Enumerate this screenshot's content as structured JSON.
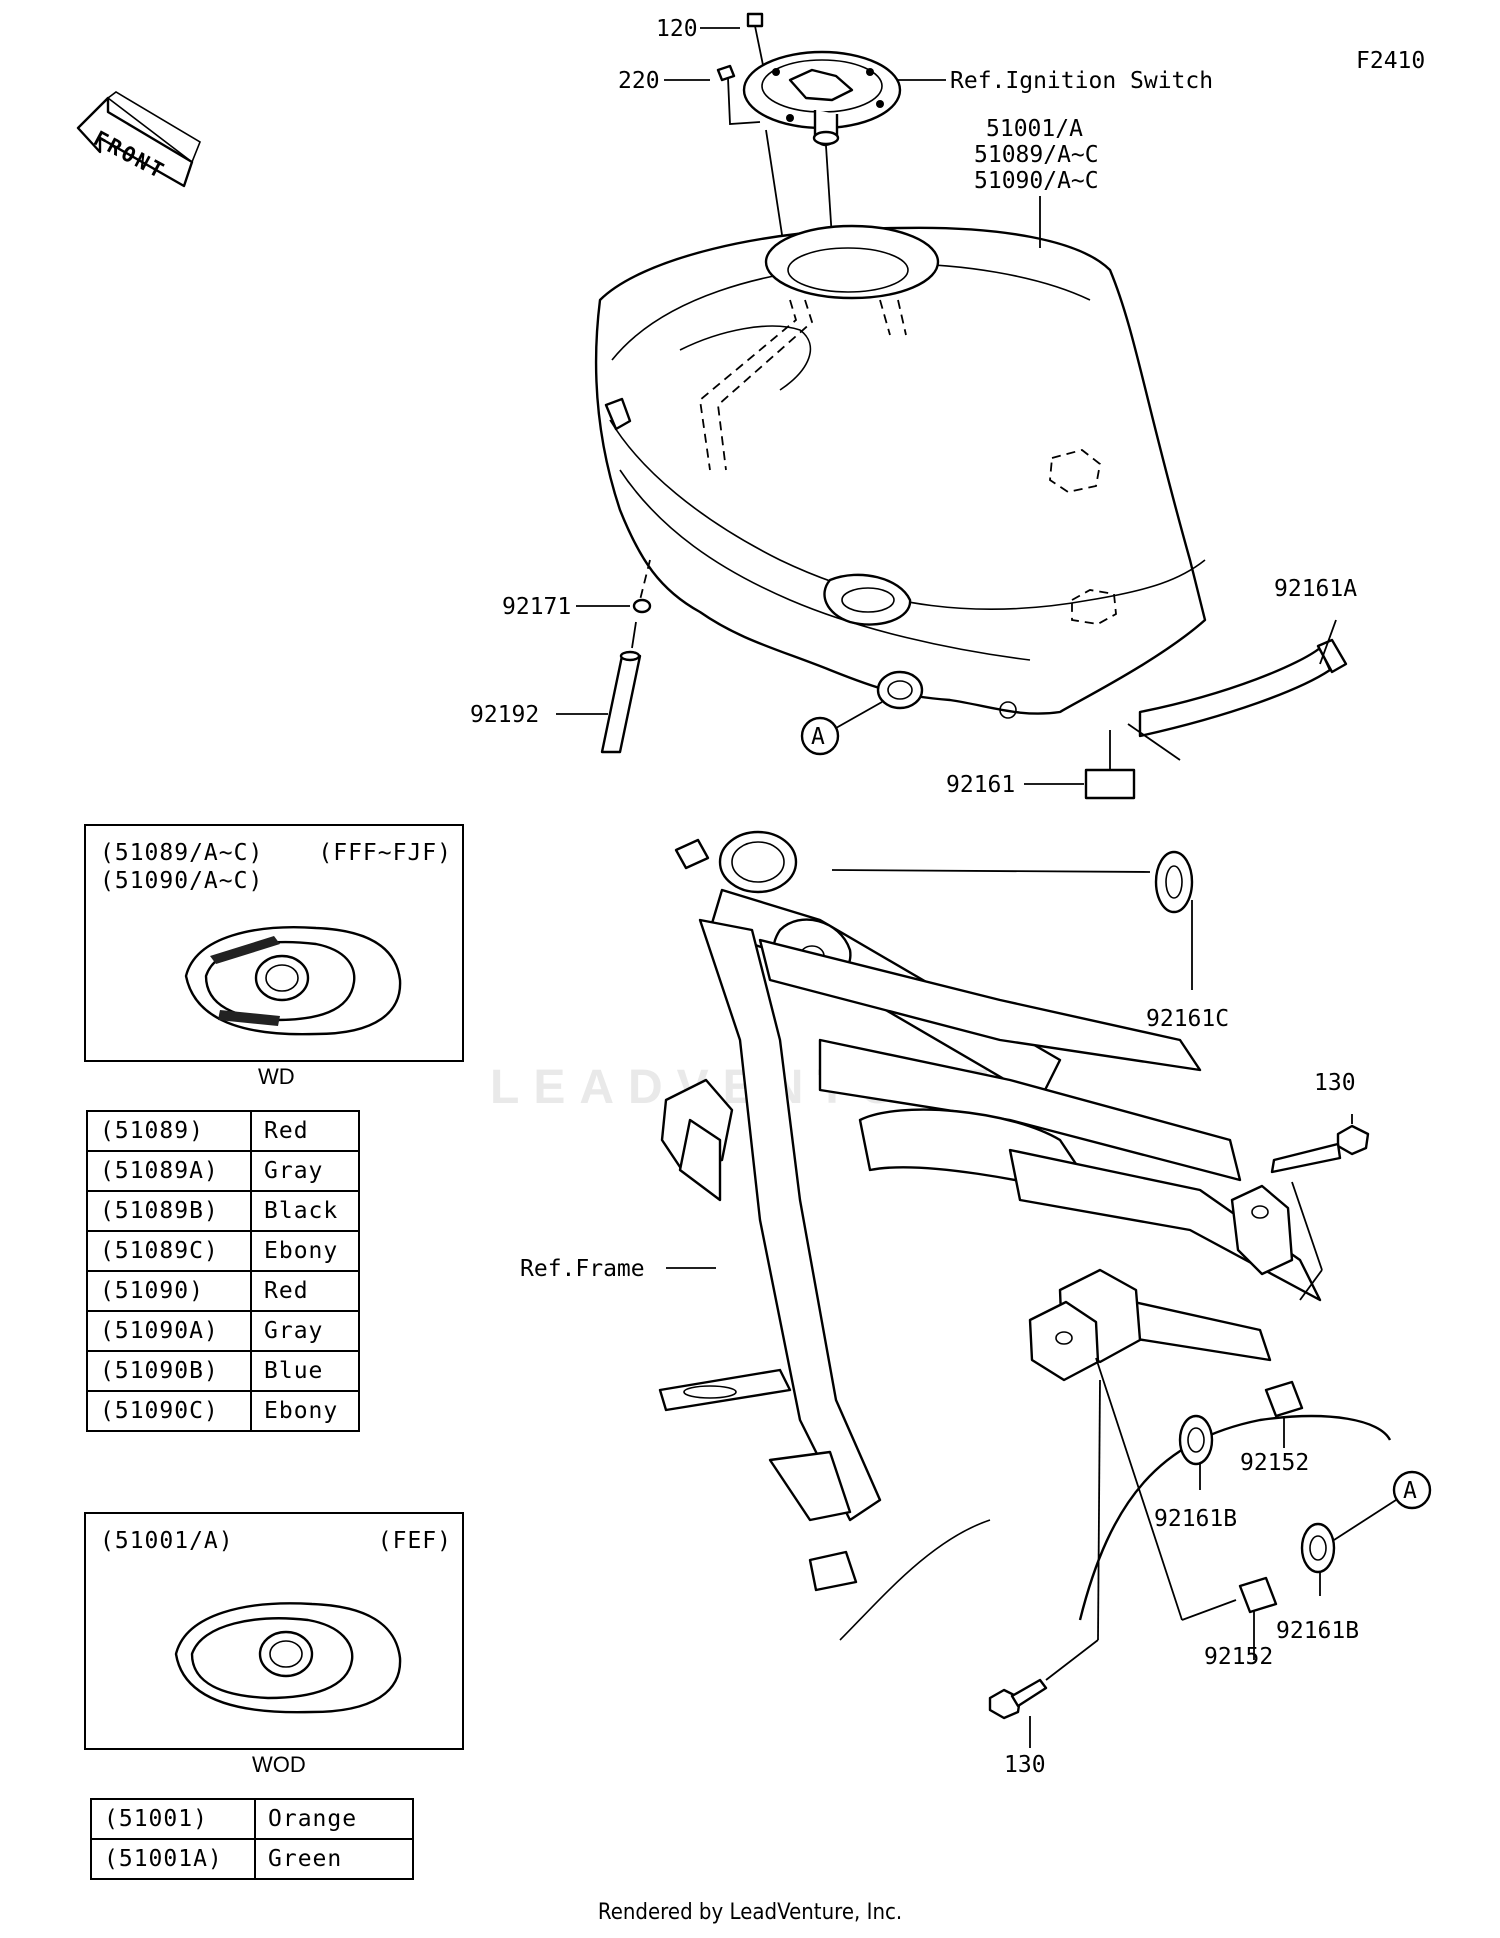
{
  "figure_code": "F2410",
  "front_label": "FRONT",
  "callouts": {
    "c120_top": "120",
    "c220": "220",
    "ref_ignition": "Ref.Ignition Switch",
    "tank_line1": "51001/A",
    "tank_line2": "51089/A~C",
    "tank_line3": "51090/A~C",
    "c92171": "92171",
    "c92192": "92192",
    "c92161A": "92161A",
    "c92161": "92161",
    "c92161C": "92161C",
    "c130_top": "130",
    "ref_frame": "Ref.Frame",
    "c92152_a": "92152",
    "c92161B_a": "92161B",
    "c92152_b": "92152",
    "c92161B_b": "92161B",
    "c130_bottom": "130",
    "circle_a_tank": "A",
    "circle_a_right": "A"
  },
  "inset_wd": {
    "header_left_1": "(51089/A~C)",
    "header_left_2": "(51090/A~C)",
    "header_right": "(FFF~FJF)",
    "caption": "WD"
  },
  "inset_wod": {
    "header_left": "(51001/A)",
    "header_right": "(FEF)",
    "caption": "WOD"
  },
  "color_table_wd": [
    {
      "code": "(51089)",
      "color": "Red"
    },
    {
      "code": "(51089A)",
      "color": "Gray"
    },
    {
      "code": "(51089B)",
      "color": "Black"
    },
    {
      "code": "(51089C)",
      "color": "Ebony"
    },
    {
      "code": "(51090)",
      "color": "Red"
    },
    {
      "code": "(51090A)",
      "color": "Gray"
    },
    {
      "code": "(51090B)",
      "color": "Blue"
    },
    {
      "code": "(51090C)",
      "color": "Ebony"
    }
  ],
  "color_table_wod": [
    {
      "code": "(51001)",
      "color": "Orange"
    },
    {
      "code": "(51001A)",
      "color": "Green"
    }
  ],
  "watermark": "LEADVENTURE",
  "footer": "Rendered by LeadVenture, Inc."
}
